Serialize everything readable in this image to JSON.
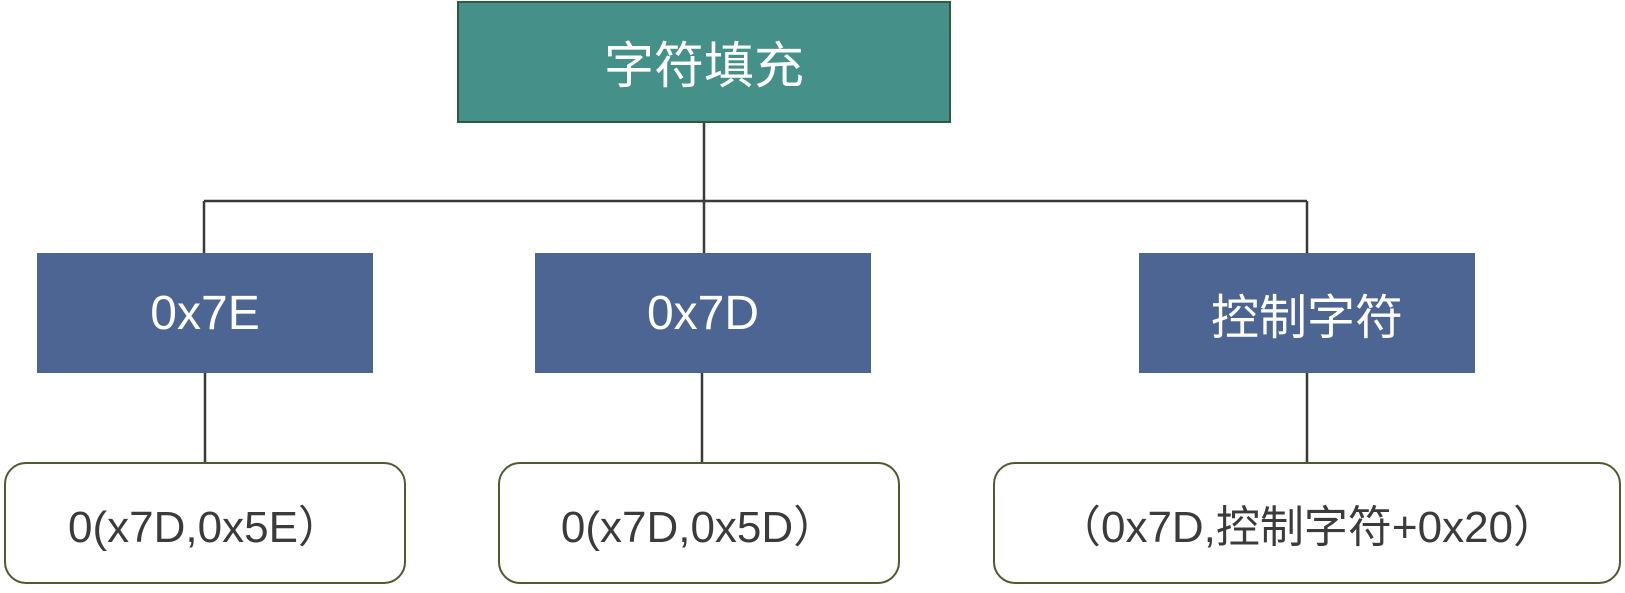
{
  "diagram": {
    "root": {
      "label": "字符填充",
      "fill_color": "#45918a"
    },
    "level2": [
      {
        "label": "0x7E",
        "fill_color": "#4c6593"
      },
      {
        "label": "0x7D",
        "fill_color": "#4c6593"
      },
      {
        "label": "控制字符",
        "fill_color": "#4c6593"
      }
    ],
    "leaves": [
      {
        "label": "0(x7D,0x5E）"
      },
      {
        "label": "0(x7D,0x5D）"
      },
      {
        "label": "（0x7D,控制字符+0x20）"
      }
    ],
    "leaf_border_color": "#4e5a32",
    "connector_color": "#3a3a3a"
  }
}
